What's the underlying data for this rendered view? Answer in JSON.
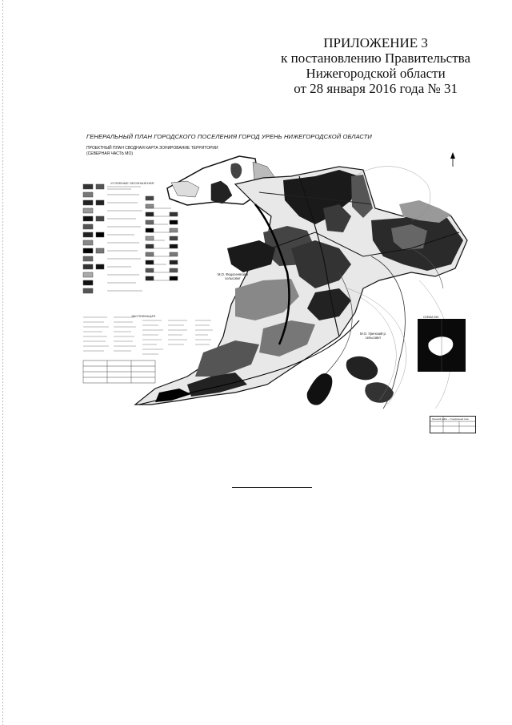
{
  "header": {
    "line1": "ПРИЛОЖЕНИЕ 3",
    "line2": "к постановлению Правительства",
    "line3": "Нижегородской области",
    "line4": "от 28 января 2016 года № 31"
  },
  "map": {
    "title": "ГЕНЕРАЛЬНЫЙ ПЛАН ГОРОДСКОГО ПОСЕЛЕНИЯ ГОРОД УРЕНЬ НИЖЕГОРОДСКОЙ ОБЛАСТИ",
    "subtitle_line1": "ПРОЕКТНЫЙ ПЛАН СВОДНАЯ КАРТА ЗОНИРОВАНИЕ ТЕРРИТОРИИ",
    "subtitle_line2": "(СЕВЕРНАЯ ЧАСТЬ МО)",
    "legend_title": "УСЛОВНЫЕ ОБОЗНАЧЕНИЯ",
    "explication_title": "ЭКСПЛИКАЦИЯ",
    "region_west_line1": "М.О. Федосеевский",
    "region_west_line2": "сельсовет",
    "region_east_line1": "М.О. Уренский р.",
    "region_east_line2": "сельсовет",
    "north_mark": "↑",
    "inset_label": "СХЕМА МО",
    "stamp_text": "Уренский район — Генеральный план"
  }
}
